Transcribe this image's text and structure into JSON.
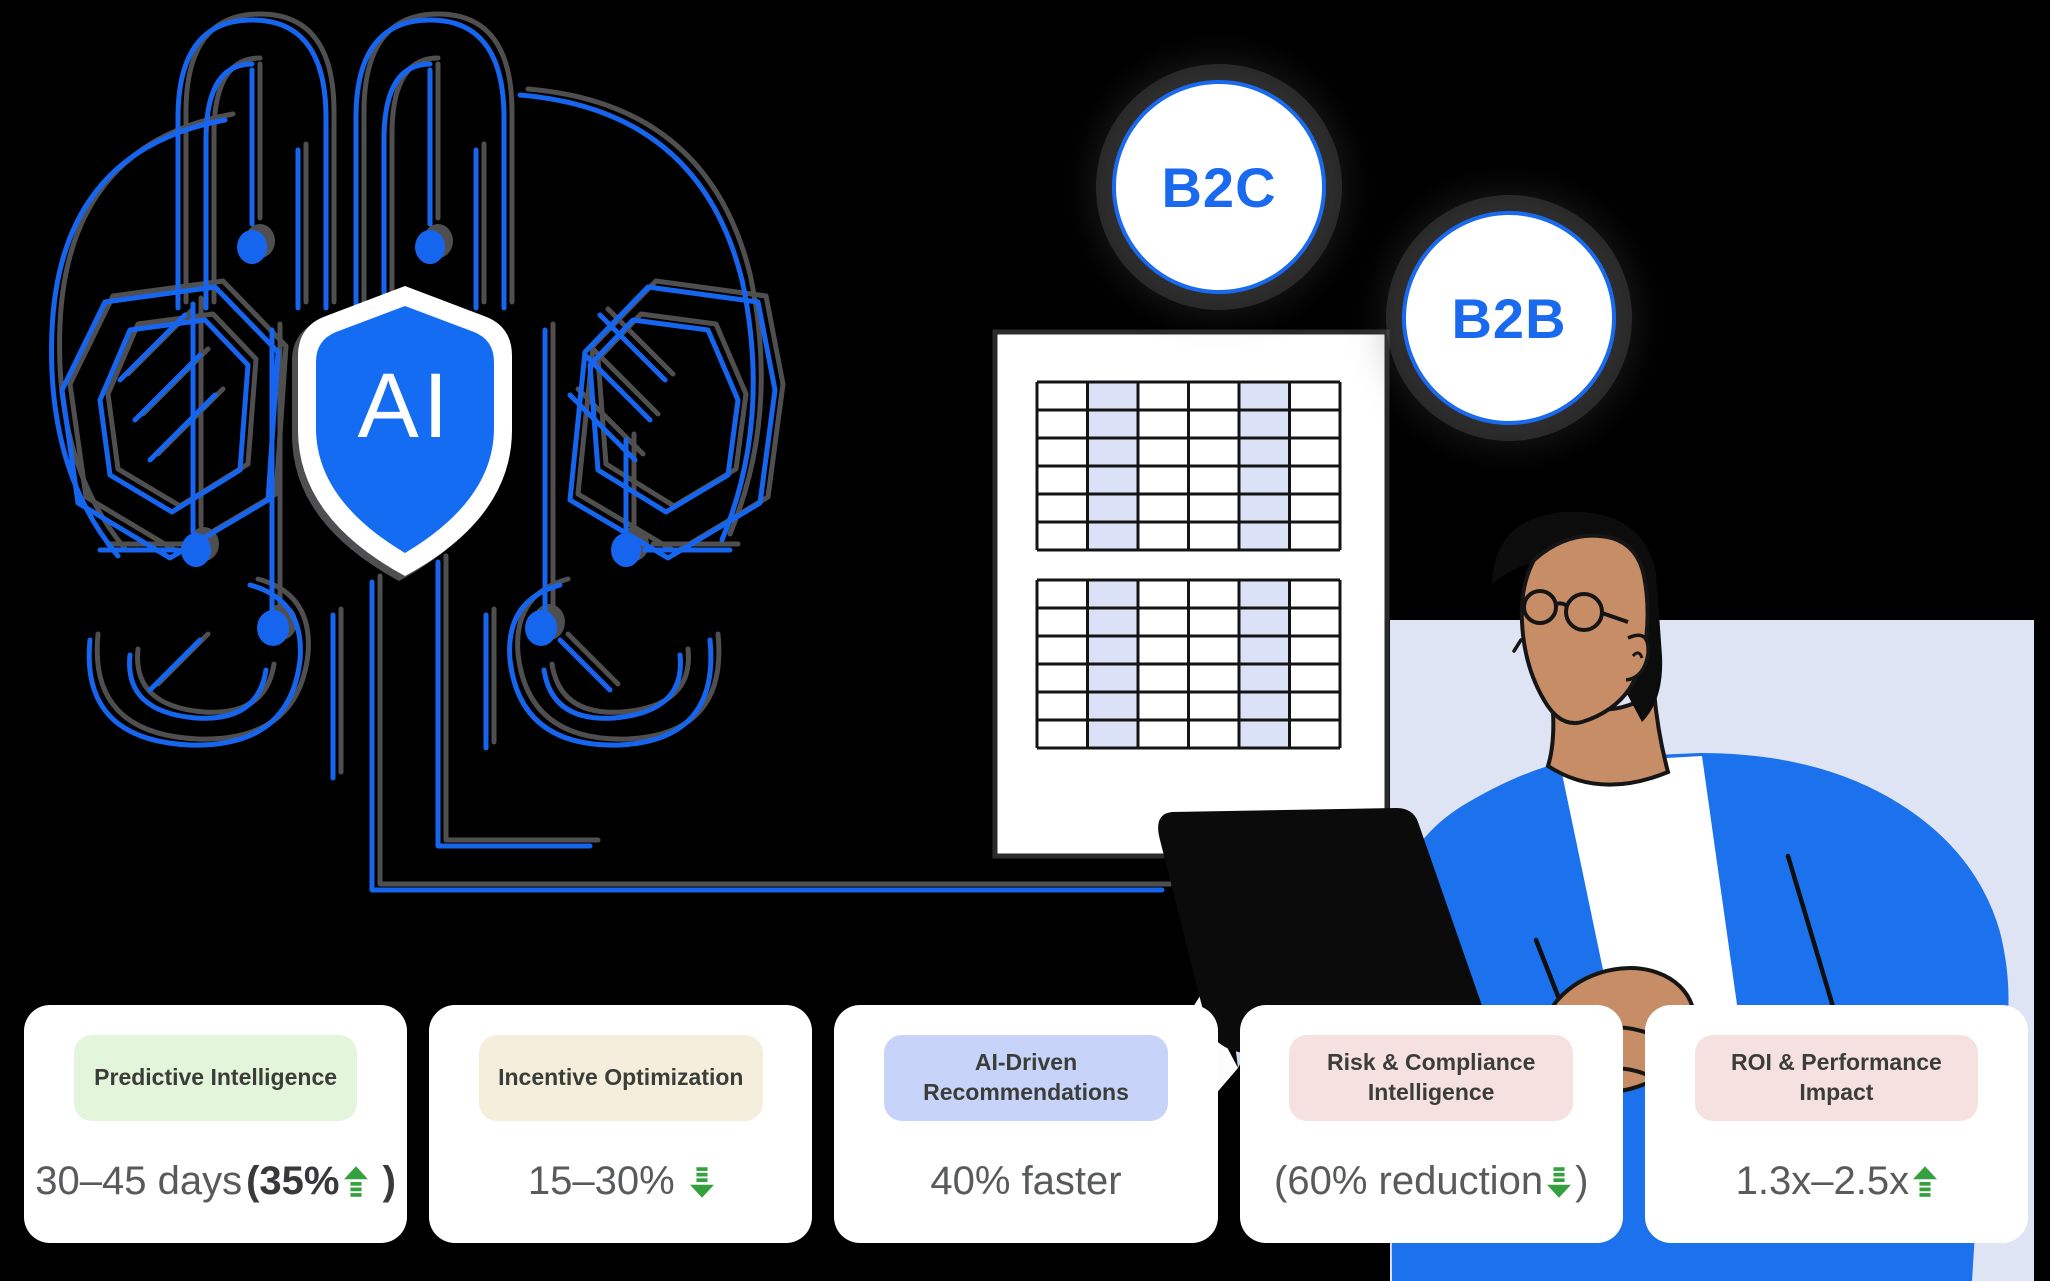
{
  "illustration": {
    "ai_badge": "AI",
    "b2c": "B2C",
    "b2b": "B2B",
    "elements": {
      "brain": "circuit-board brain made of blue traces with node dots",
      "shield": "blue shield badge with AI monogram centered in the brain",
      "spreadsheet": "white sheet with two 6x6 grids, columns 2 and 5 shaded",
      "person": "illustrated person with round glasses and blue jacket working on a black laptop"
    }
  },
  "colors": {
    "background": "#000000",
    "accent_blue": "#1a6af0",
    "circuit_blue": "#1565ee",
    "shield_blue": "#146cf2",
    "jacket_blue": "#1b72ec",
    "skin": "#c78d66",
    "panel_lavender": "#dfe4f4",
    "cell_shade": "#dbe2f7",
    "card_shadow_navy": "#262457",
    "arrow_green": "#34a03e",
    "value_gray": "#595a5c"
  },
  "cards": [
    {
      "label": "Predictive Intelligence",
      "pill_color": "#e3f5da",
      "value": {
        "pre": "30–45 days",
        "strong": "(35%",
        "post": " )"
      },
      "trend": "up"
    },
    {
      "label": "Incentive Optimization",
      "pill_color": "#f6eedd",
      "value": {
        "pre": "15–30% "
      },
      "trend": "down"
    },
    {
      "label": "AI-Driven Recommendations",
      "pill_color": "#c7d3f8",
      "value": {
        "pre": "40% faster"
      },
      "trend": "none"
    },
    {
      "label": "Risk & Compliance Intelligence",
      "pill_color": "#f6e1e1",
      "value": {
        "pre": "(60% reduction",
        "post": ")"
      },
      "trend": "down"
    },
    {
      "label": "ROI & Performance Impact",
      "pill_color": "#f6e1e1",
      "value": {
        "pre": "1.3x–2.5x"
      },
      "trend": "up"
    }
  ]
}
